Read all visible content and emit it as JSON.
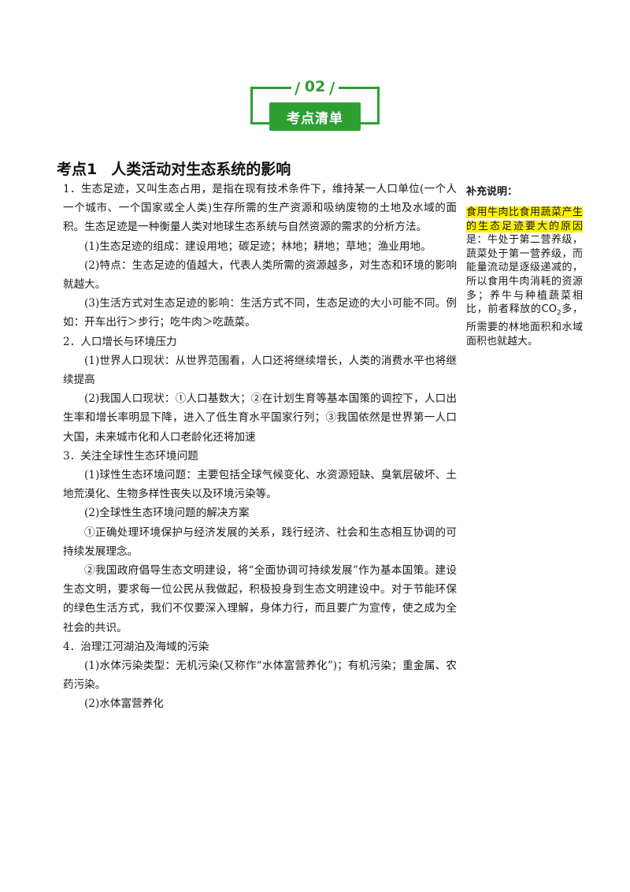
{
  "badge": {
    "number": "02",
    "label": "考点清单"
  },
  "heading": {
    "number": "考点1",
    "title": "人类活动对生态系统的影响"
  },
  "paragraphs": [
    "1．生态足迹，又叫生态占用，是指在现有技术条件下，维持某一人口单位(一个人一个城市、一个国家或全人类)生存所需的生产资源和吸纳废物的土地及水域的面积。生态足迹是一种衡量人类对地球生态系统与自然资源的需求的分析方法。",
    "(1)生态足迹的组成：建设用地；碳足迹；林地；耕地；草地；渔业用地。",
    "(2)特点：生态足迹的值越大，代表人类所需的资源越多，对生态和环境的影响就越大。",
    "(3)生活方式对生态足迹的影响：生活方式不同，生态足迹的大小可能不同。例如：开车出行＞步行；吃牛肉＞吃蔬菜。",
    "2．人口增长与环境压力",
    "(1)世界人口现状：从世界范围看，人口还将继续增长，人类的消费水平也将继续提高",
    "(2)我国人口现状：①人口基数大；②在计划生育等基本国策的调控下，人口出生率和增长率明显下降，进入了低生育水平国家行列；③我国依然是世界第一人口大国，未来城市化和人口老龄化还将加速",
    "3．关注全球性生态环境问题",
    "(1)球性生态环境问题：主要包括全球气候变化、水资源短缺、臭氧层破坏、土地荒漠化、生物多样性丧失以及环境污染等。",
    "(2)全球性生态环境问题的解决方案",
    "①正确处理环境保护与经济发展的关系，践行经济、社会和生态相互协调的可持续发展理念。",
    "②我国政府倡导生态文明建设，将“全面协调可持续发展”作为基本国策。建设生态文明，要求每一位公民从我做起，积极投身到生态文明建设中。对于节能环保的绿色生活方式，我们不仅要深入理解，身体力行，而且要广为宣传，使之成为全社会的共识。",
    "4．治理江河湖泊及海域的污染",
    "(1)水体污染类型：无机污染(又称作“水体富营养化”)；有机污染；重金属、农药污染。",
    "(2)水体富营养化"
  ],
  "sidebar": {
    "title": "补充说明：",
    "highlight": "食用牛肉比食用蔬菜产生的生态足迹要大的原因",
    "body_part1": "是：牛处于第二营养级，蔬菜处于第一营养级，而能量流动是逐级递减的，所以食用牛肉消耗的资源多；养牛与种植蔬菜相比，前者释放的CO",
    "co2_sub": "2",
    "body_part2": "多，所需要的林地面积和水域面积也就越大。"
  }
}
